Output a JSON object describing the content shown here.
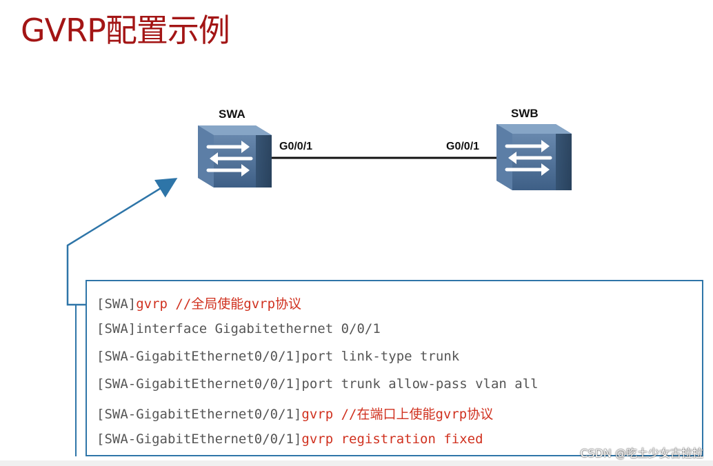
{
  "title": "GVRP配置示例",
  "switches": {
    "left": {
      "name": "SWA",
      "port": "G0/0/1"
    },
    "right": {
      "name": "SWB",
      "port": "G0/0/1"
    }
  },
  "colors": {
    "title": "#a31515",
    "switch_body": "#4a6d95",
    "connector": "#2e75a8",
    "highlight": "#d0311f"
  },
  "code": {
    "lines": [
      {
        "prompt": "[SWA]",
        "command": "",
        "highlight": "gvrp //全局使能gvrp协议"
      },
      {
        "prompt": "[SWA]",
        "command": "interface Gigabitethernet 0/0/1",
        "highlight": ""
      },
      {
        "prompt": "[SWA-GigabitEthernet0/0/1]",
        "command": "port link-type trunk",
        "highlight": ""
      },
      {
        "prompt": "[SWA-GigabitEthernet0/0/1]",
        "command": "port trunk allow-pass vlan all",
        "highlight": ""
      },
      {
        "prompt": "[SWA-GigabitEthernet0/0/1]",
        "command": "",
        "highlight": "gvrp //在端口上使能gvrp协议"
      },
      {
        "prompt": "[SWA-GigabitEthernet0/0/1]",
        "command": "",
        "highlight": "gvrp registration fixed"
      }
    ]
  },
  "watermark": "CSDN @吃土少女古拉拉"
}
